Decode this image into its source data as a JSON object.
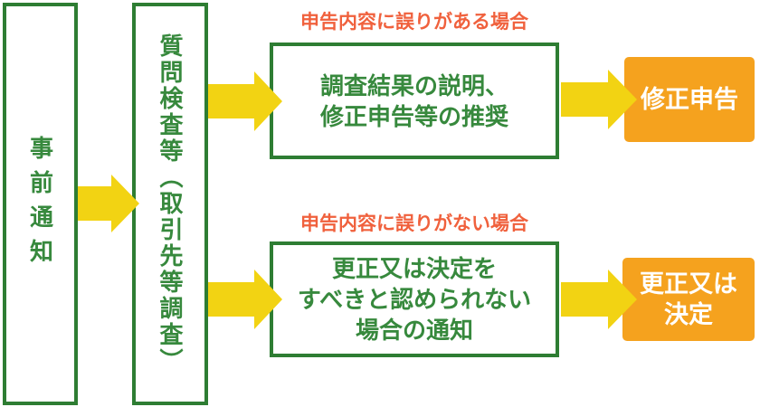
{
  "diagram": {
    "stage1": "事前通知",
    "stage2": "質問検査等（取引先等調査）",
    "top_branch": {
      "condition": "申告内容に誤りがある場合",
      "process_line1": "調査結果の説明、",
      "process_line2": "修正申告等の推奨",
      "result": "修正申告"
    },
    "bottom_branch": {
      "condition": "申告内容に誤りがない場合",
      "process_line1": "更正又は決定を",
      "process_line2": "すべきと認められない",
      "process_line3": "場合の通知",
      "result_line1": "更正又は",
      "result_line2": "決定"
    },
    "colors": {
      "green_border": "#2e7d33",
      "green_text": "#37893d",
      "arrow_yellow": "#f2d313",
      "result_orange": "#f5a21e",
      "condition_orange": "#f0613d"
    }
  }
}
